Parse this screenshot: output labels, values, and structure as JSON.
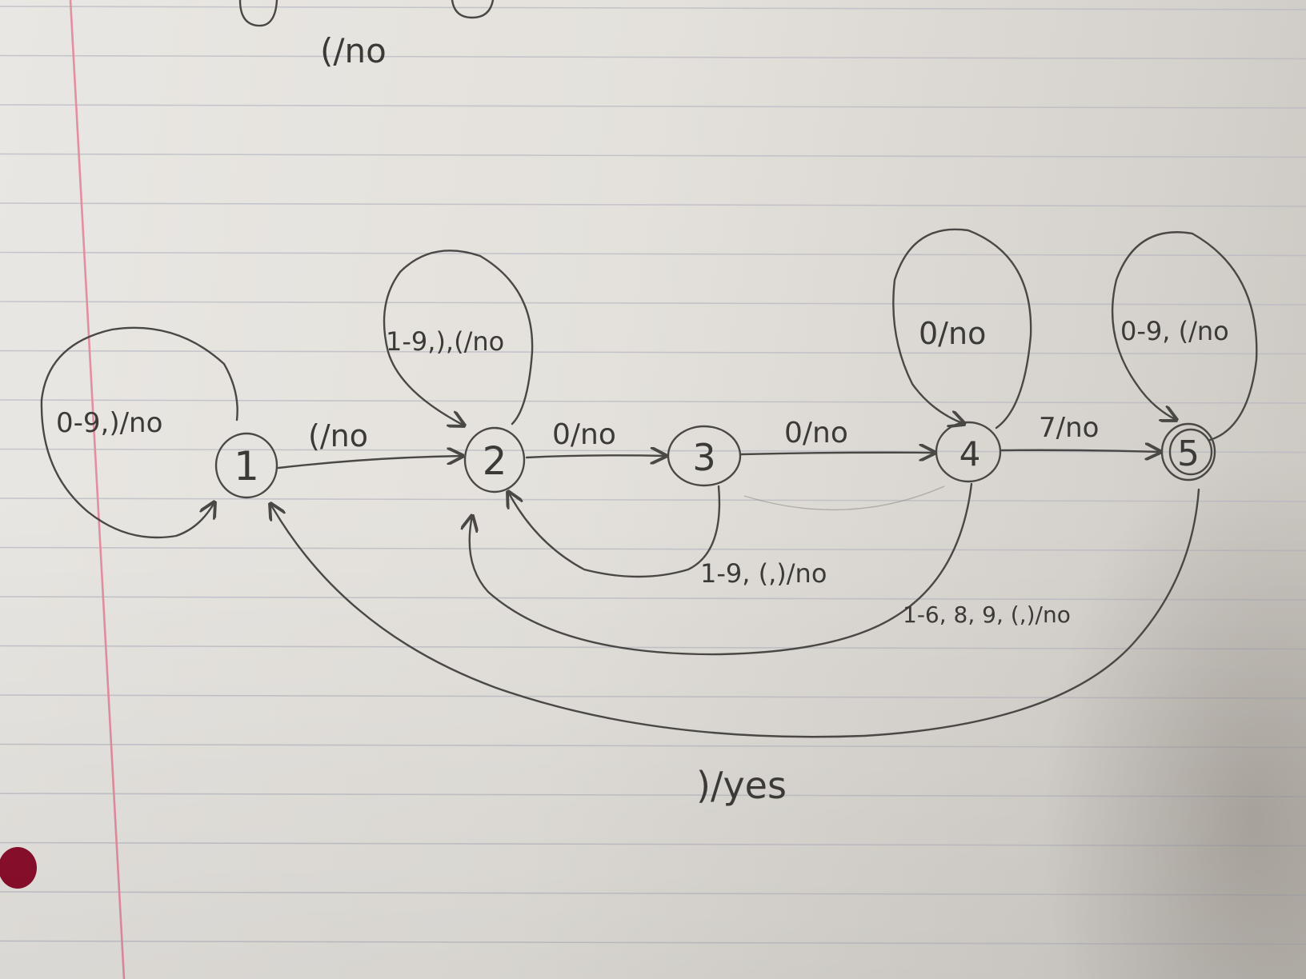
{
  "header_fragment": {
    "label": "(/no"
  },
  "states": [
    {
      "id": "1",
      "label": "1"
    },
    {
      "id": "2",
      "label": "2"
    },
    {
      "id": "3",
      "label": "3"
    },
    {
      "id": "4",
      "label": "4"
    },
    {
      "id": "5",
      "label": "5"
    }
  ],
  "transitions": {
    "self_1": "0-9,)/no",
    "self_2": "1-9,),(/no",
    "self_4": "0/no",
    "self_5": "0-9, (/no",
    "t1_2": "(/no",
    "t2_3": "0/no",
    "t3_4": "0/no",
    "t4_5": "7/no",
    "t3_2": "1-9, (,)/no",
    "t4_2": "1-6, 8, 9, (,)/no",
    "t5_1": ")/yes"
  },
  "colors": {
    "paper": "#e6e3df",
    "rule_lines": "#b9b9c4",
    "margin_line": "#e38fa0",
    "pencil": "#4a4844",
    "hole_mark": "#8b0f2c"
  }
}
